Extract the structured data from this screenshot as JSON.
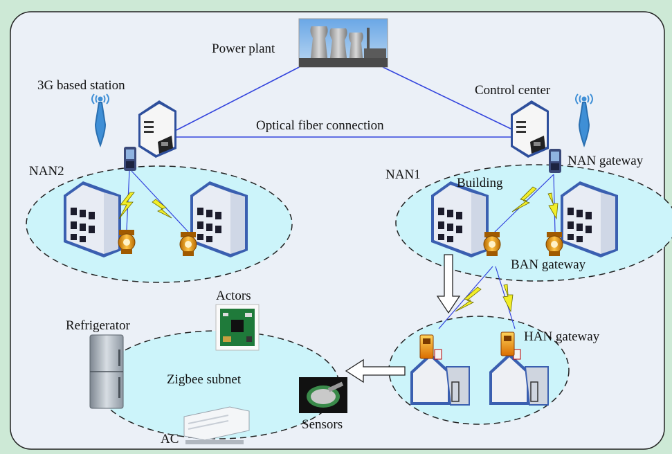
{
  "labels": {
    "power_plant": "Power plant",
    "station": "3G based station",
    "control_center": "Control center",
    "optical": "Optical fiber connection",
    "nan2": "NAN2",
    "nan1": "NAN1",
    "building": "Building",
    "nan_gateway": "NAN gateway",
    "ban_gateway": "BAN gateway",
    "han_gateway": "HAN gateway",
    "actors": "Actors",
    "refrigerator": "Refrigerator",
    "zigbee": "Zigbee subnet",
    "sensors": "Sensors",
    "ac": "AC"
  },
  "colors": {
    "background": "#cde9d6",
    "panel": "#ebf0f7",
    "ellipse_fill": "#ccf4fa",
    "link": "#3344dd",
    "lightning": "#f2ee28",
    "building_wall": "#e8ecf4",
    "building_outline": "#3a5fb0"
  }
}
